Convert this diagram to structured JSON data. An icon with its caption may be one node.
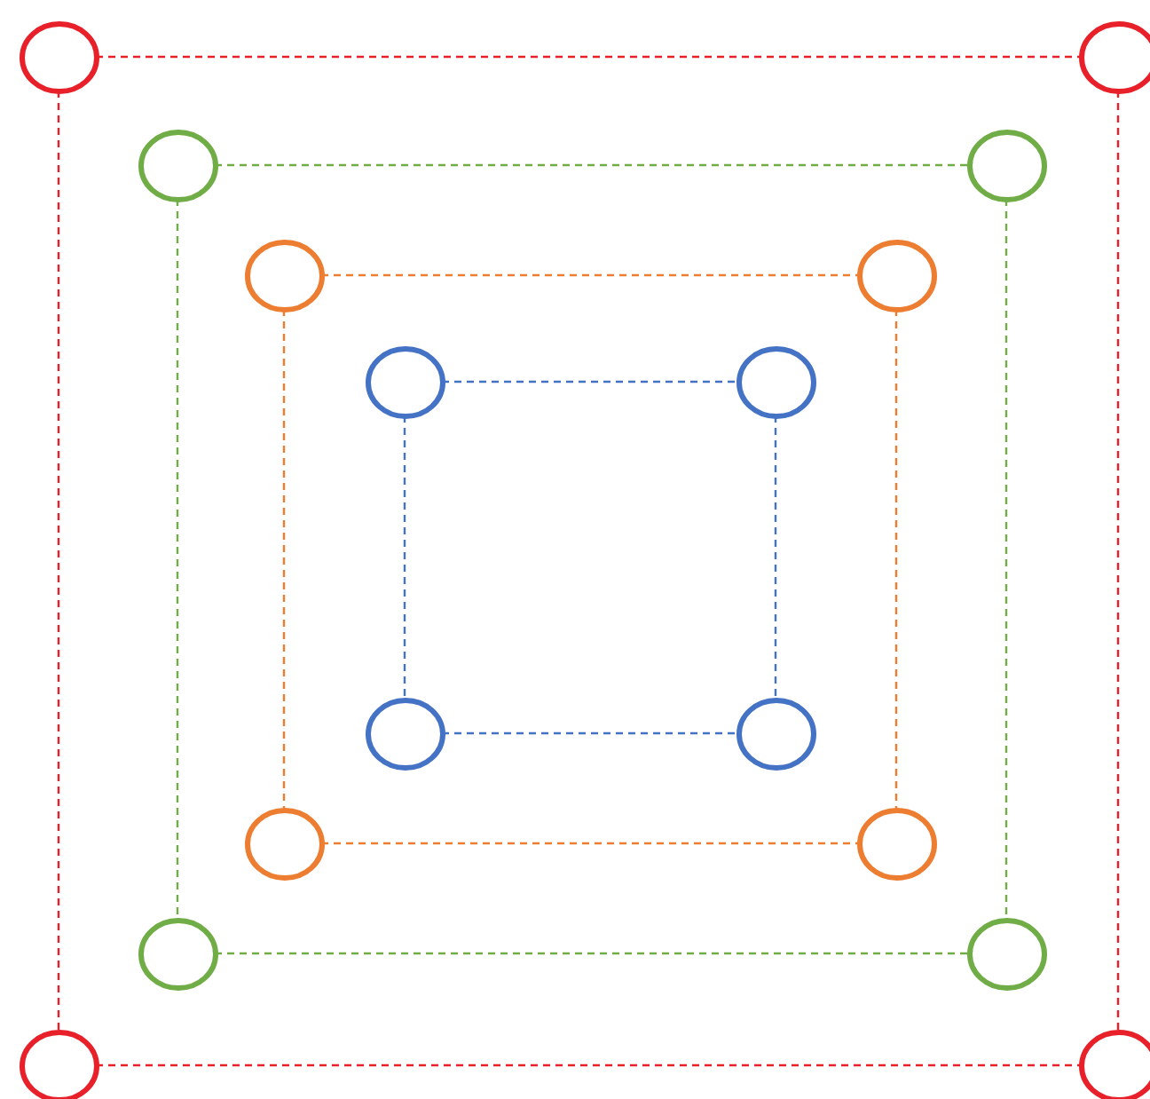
{
  "diagram": {
    "nodes": [
      {
        "text": [],
        "shape": "circle"
      },
      {
        "text": [],
        "shape": "circle"
      },
      {
        "text": [],
        "shape": "circle"
      },
      {
        "text": [],
        "shape": "circle"
      },
      {
        "text": [],
        "shape": "circle"
      },
      {
        "text": [],
        "shape": "circle"
      },
      {
        "text": [],
        "shape": "circle"
      },
      {
        "text": [],
        "shape": "circle"
      },
      {
        "text": [],
        "shape": "circle"
      },
      {
        "text": [],
        "shape": "circle"
      },
      {
        "text": [],
        "shape": "circle"
      },
      {
        "text": [],
        "shape": "circle"
      },
      {
        "text": [],
        "shape": "circle"
      },
      {
        "text": [],
        "shape": "circle"
      },
      {
        "text": [],
        "shape": "circle"
      },
      {
        "text": [],
        "shape": "circle"
      }
    ],
    "edges": [
      {
        "from": 0,
        "to": 1,
        "arrow": "none",
        "style": "dashed",
        "color": "#e8202a"
      },
      {
        "from": 0,
        "to": 14,
        "arrow": "none",
        "style": "dashed",
        "color": "#e8202a"
      },
      {
        "from": 1,
        "to": 15,
        "arrow": "none",
        "style": "dashed",
        "color": "#e8202a"
      },
      {
        "from": 14,
        "to": 15,
        "arrow": "none",
        "style": "dashed",
        "color": "#e8202a"
      },
      {
        "from": 2,
        "to": 3,
        "arrow": "none",
        "style": "dashed",
        "color": "#70ad47"
      },
      {
        "from": 2,
        "to": 12,
        "arrow": "none",
        "style": "dashed",
        "color": "#70ad47"
      },
      {
        "from": 3,
        "to": 13,
        "arrow": "none",
        "style": "dashed",
        "color": "#70ad47"
      },
      {
        "from": 12,
        "to": 13,
        "arrow": "none",
        "style": "dashed",
        "color": "#70ad47"
      },
      {
        "from": 4,
        "to": 5,
        "arrow": "none",
        "style": "dashed",
        "color": "#ed7d31"
      },
      {
        "from": 4,
        "to": 10,
        "arrow": "none",
        "style": "dashed",
        "color": "#ed7d31"
      },
      {
        "from": 5,
        "to": 11,
        "arrow": "none",
        "style": "dashed",
        "color": "#ed7d31"
      },
      {
        "from": 10,
        "to": 11,
        "arrow": "none",
        "style": "dashed",
        "color": "#ed7d31"
      },
      {
        "from": 6,
        "to": 7,
        "arrow": "none",
        "style": "dashed",
        "color": "#4472c4"
      },
      {
        "from": 6,
        "to": 8,
        "arrow": "none",
        "style": "dashed",
        "color": "#4472c4"
      },
      {
        "from": 7,
        "to": 9,
        "arrow": "none",
        "style": "dashed",
        "color": "#4472c4"
      },
      {
        "from": 8,
        "to": 9,
        "arrow": "none",
        "style": "dashed",
        "color": "#4472c4"
      }
    ]
  }
}
